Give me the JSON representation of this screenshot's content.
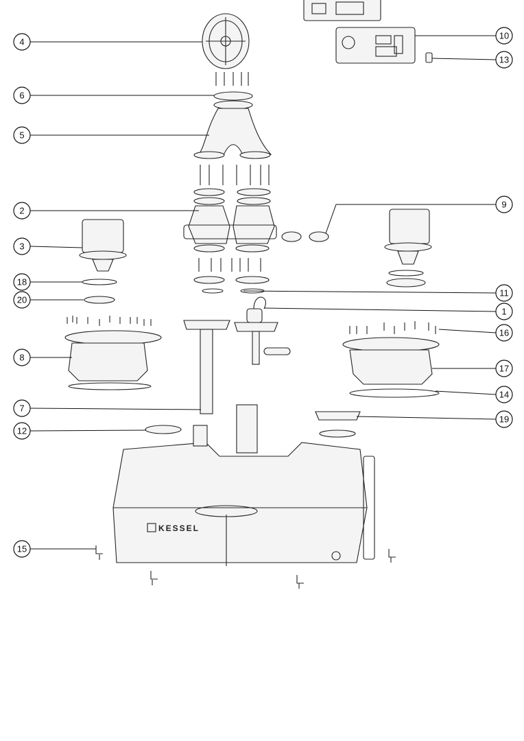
{
  "diagram": {
    "type": "exploded-parts-diagram",
    "brand_logo": "KESSEL",
    "callouts": [
      {
        "label": "4"
      },
      {
        "label": "6"
      },
      {
        "label": "5"
      },
      {
        "label": "2"
      },
      {
        "label": "3"
      },
      {
        "label": "18"
      },
      {
        "label": "20"
      },
      {
        "label": "8"
      },
      {
        "label": "7"
      },
      {
        "label": "12"
      },
      {
        "label": "15"
      },
      {
        "label": "10"
      },
      {
        "label": "13"
      },
      {
        "label": "9"
      },
      {
        "label": "11"
      },
      {
        "label": "1"
      },
      {
        "label": "16"
      },
      {
        "label": "17"
      },
      {
        "label": "14"
      },
      {
        "label": "19"
      }
    ]
  }
}
